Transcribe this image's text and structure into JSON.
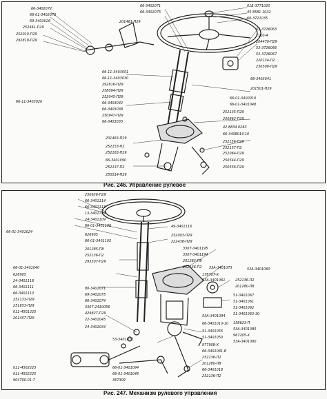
{
  "figure1": {
    "caption": "Рис. 246. Управление рулевое",
    "labels_left": [
      "66-3402072",
      "66-01-3402078",
      "69-3403026",
      "252461-П29",
      "252010-П29",
      "292819-П29"
    ],
    "labels_center_top": [
      "66-3402071",
      "66-3402075",
      "201461-П29"
    ],
    "labels_right": [
      "01Б-3771020",
      "45 8581 1032",
      "66-3721035",
      "53-3726063",
      "Т110-А",
      "204470-П29",
      "53-3726066",
      "53-3726067",
      "220134-П2",
      "250508-П29",
      "66-3403041",
      "201501-П29",
      "66-01-3400010",
      "66-01-3401048",
      "252135-П29",
      "250862-П29",
      "42 8834 0263",
      "66-3408014-10",
      "252156-П29",
      "252157-П2",
      "252064-П29",
      "250544-П29"
    ],
    "labels_mid_left": [
      "66-11-3403051",
      "66-11-3403030",
      "292816-П29",
      "258094-П29",
      "252045-П29",
      "66-3403042",
      "66-3403038",
      "250947-П29",
      "66-3403033",
      "66-11-3403020"
    ],
    "labels_bottom": [
      "201463-П29",
      "252153-П2",
      "252163-П29",
      "66-3401090",
      "252137-П2",
      "250514-П29",
      "250556-П29"
    ]
  },
  "figure2": {
    "caption": "Рис. 247. Механизм рулевого управления",
    "labels_left": [
      "250636-П29",
      "66-3401114",
      "66-3401113",
      "13-3401729",
      "24-3401109",
      "66-01-3401108",
      "66-01-3401024",
      "626905",
      "66-01-3401105",
      "201285-П8",
      "252136-П2",
      "293307-П29"
    ],
    "labels_center": [
      "49-3401116",
      "252003-П29",
      "222438-П29",
      "3307-3401195",
      "3307-3401194",
      "201283-П8",
      "252136-П2",
      "53А-3401073",
      "178707-Х",
      "53А-3401061"
    ],
    "labels_right": [
      "53А-3401060",
      "252136-П2",
      "201280-П8",
      "51-3401067",
      "51-3401061",
      "51-3401062",
      "51-3401063-30",
      "158623-П",
      "53А-3401085",
      "967205-Х",
      "53А-3401080"
    ],
    "labels_lower_left": [
      "66-01-3401040",
      "626905",
      "24-3401118",
      "66-3401111",
      "66-3401110",
      "252133-П29",
      "251653-П29",
      "011-4501225",
      "201457-П29",
      "011-4502223",
      "011-4502225",
      "904700-01-7"
    ],
    "labels_lower_center": [
      "80-3401071",
      "69-3401075",
      "66-3401074",
      "3307-2410056",
      "429827-П29",
      "22-3401045",
      "24-3401034",
      "53-3401072",
      "66-01-3401094",
      "66-01-3401046",
      "367309"
    ],
    "labels_lower_right": [
      "53А-3401094",
      "66-3401010-10",
      "51-3401055",
      "51-3401050",
      "977908-Х",
      "66-3401081-В",
      "252136-П2",
      "201280-П8",
      "66-3401018",
      "252136-П2"
    ]
  }
}
